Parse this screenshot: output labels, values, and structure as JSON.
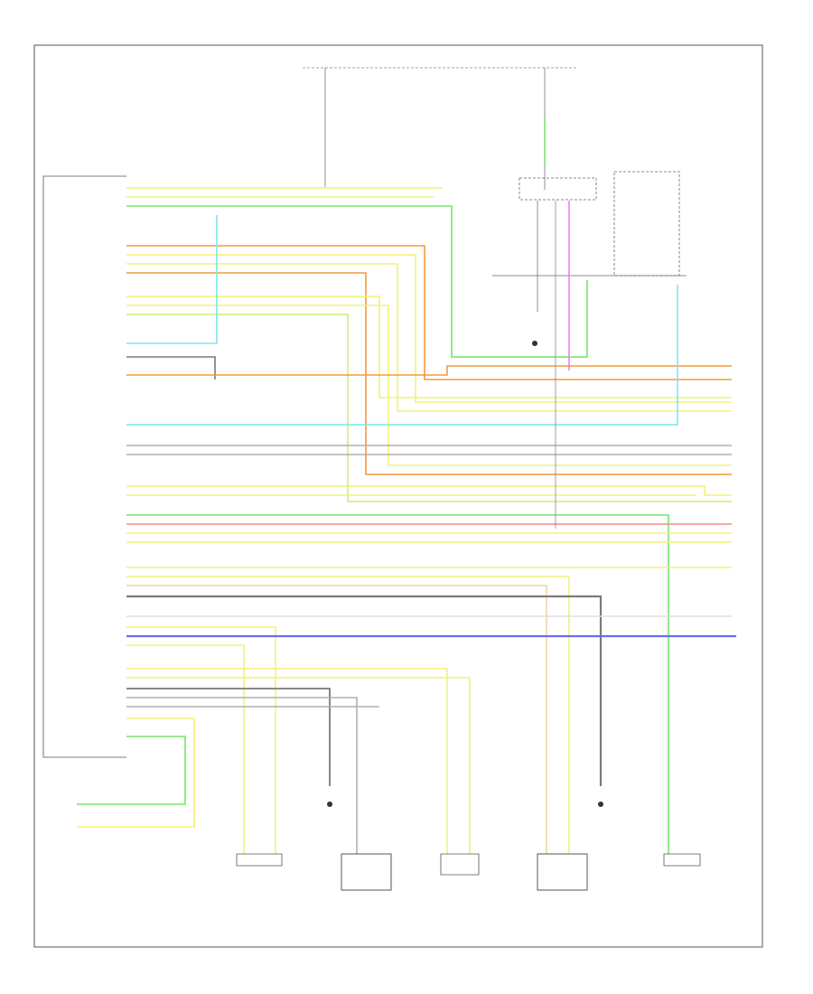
{
  "diagram": {
    "footer_code": "",
    "left_module_labels": [
      "",
      "",
      "",
      "",
      "",
      "",
      "",
      "",
      "",
      "",
      "",
      "",
      "",
      "",
      "",
      "",
      "",
      "",
      "",
      "",
      "",
      "",
      "",
      "",
      "",
      "",
      "",
      "",
      "",
      "",
      "",
      "",
      "",
      "",
      "",
      "",
      "",
      ""
    ],
    "colors": {
      "border": "#555555",
      "wire_yellow": "#f2f27a",
      "wire_orange": "#f39a3a",
      "wire_green": "#77e36a",
      "wire_cyan": "#7fe6ef",
      "wire_gray": "#b0b0b0",
      "wire_dark_gray": "#7a7a7a",
      "wire_blue": "#6a6ef0",
      "wire_pink": "#f07ef0",
      "wire_tan": "#e9d7a8",
      "wire_red": "#f28a8a",
      "wire_lime": "#c9f07a"
    },
    "wires": [
      {
        "id": "w-top",
        "color": "#f2f27a"
      },
      {
        "id": "w-top2",
        "color": "#77e36a"
      },
      {
        "id": "w-orange1",
        "color": "#f39a3a"
      },
      {
        "id": "w-yellow-b",
        "color": "#f2f27a"
      },
      {
        "id": "w-cyan1",
        "color": "#7fe6ef"
      },
      {
        "id": "w-gray1",
        "color": "#b0b0b0"
      },
      {
        "id": "w-blue1",
        "color": "#6a6ef0"
      },
      {
        "id": "w-darkgray1",
        "color": "#7a7a7a"
      }
    ],
    "components": [
      {
        "id": "comp-1",
        "label": ""
      },
      {
        "id": "comp-2",
        "label": ""
      },
      {
        "id": "comp-3",
        "label": ""
      },
      {
        "id": "comp-4",
        "label": ""
      },
      {
        "id": "comp-5",
        "label": ""
      },
      {
        "id": "comp-6",
        "label": ""
      }
    ]
  }
}
